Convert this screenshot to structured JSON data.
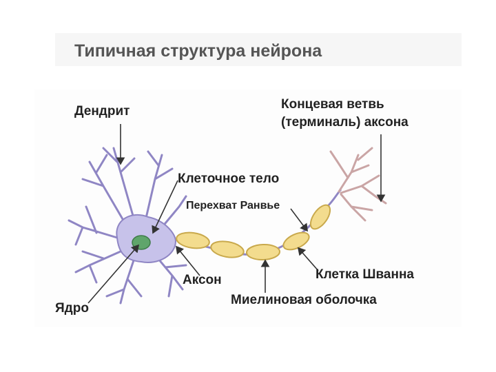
{
  "title": "Типичная структура нейрона",
  "labels": {
    "dendrite": "Дендрит",
    "terminal_line1": "Концевая ветвь",
    "terminal_line2": "(терминаль) аксона",
    "cell_body": "Клеточное тело",
    "node_of_ranvier": "Перехват  Ранвье",
    "axon": "Аксон",
    "schwann_cell": "Клетка Шванна",
    "nucleus": "Ядро",
    "myelin_sheath": "Миелиновая оболочка"
  },
  "colors": {
    "soma": "#c7c2ea",
    "soma_outline": "#8f86c4",
    "nucleus": "#5fa56b",
    "myelin": "#f3dc8e",
    "myelin_outline": "#c9a94c",
    "terminal": "#caa5a5",
    "text": "#222222",
    "title": "#555555"
  }
}
